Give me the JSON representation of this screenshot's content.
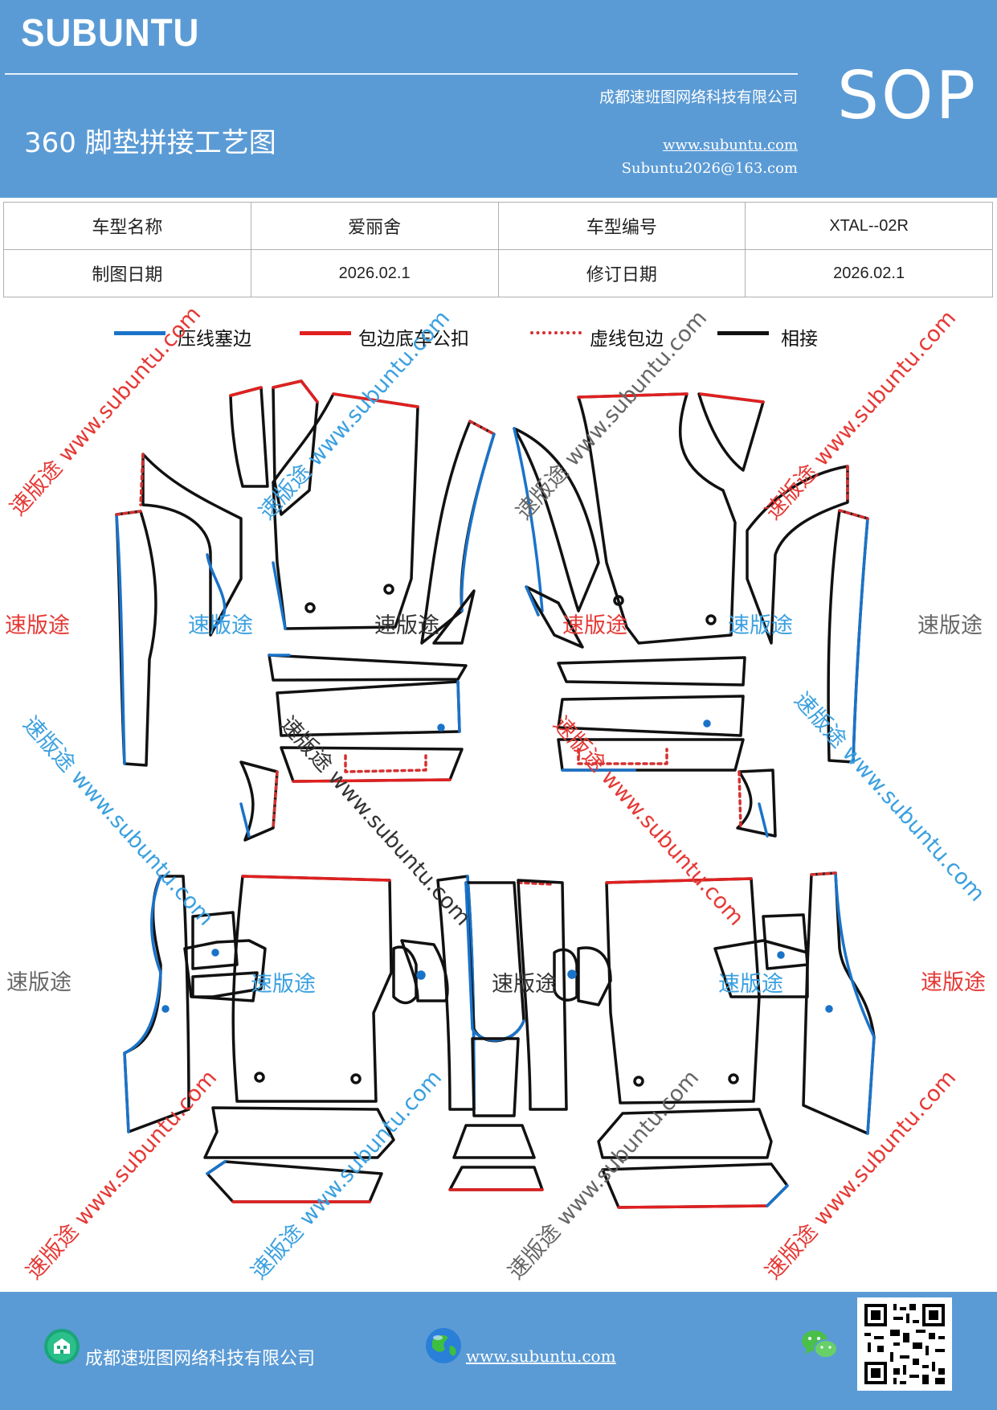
{
  "header": {
    "brand": "SUBUNTU",
    "company": "成都速班图网络科技有限公司",
    "title": "360 脚垫拼接工艺图",
    "website": "www.subuntu.com",
    "email": "Subuntu2026@163.com",
    "badge": "SOP",
    "background": "#5b9bd5"
  },
  "info_table": [
    [
      "车型名称",
      "爱丽舍",
      "车型编号",
      "XTAL--02R"
    ],
    [
      "制图日期",
      "2026.02.1",
      "修订日期",
      "2026.02.1"
    ]
  ],
  "legend": [
    {
      "label": "压线塞边",
      "color": "#1a73c9",
      "style": "solid"
    },
    {
      "label": "包边底车公扣",
      "color": "#e02020",
      "style": "solid"
    },
    {
      "label": "虚线包边",
      "color": "#d43030",
      "style": "dashed"
    },
    {
      "label": "相接",
      "color": "#111111",
      "style": "solid"
    }
  ],
  "watermarks": {
    "brand_cn": "速版途",
    "diag_text": "速版途 www.subuntu.com",
    "colors": {
      "red": "#e53935",
      "blue": "#3aa0e0",
      "gray": "#666666"
    }
  },
  "footer": {
    "company": "成都速班图网络科技有限公司",
    "website": "www.subuntu.com ",
    "icons": [
      "building-icon",
      "globe-icon",
      "wechat-icon",
      "qr-code"
    ]
  }
}
